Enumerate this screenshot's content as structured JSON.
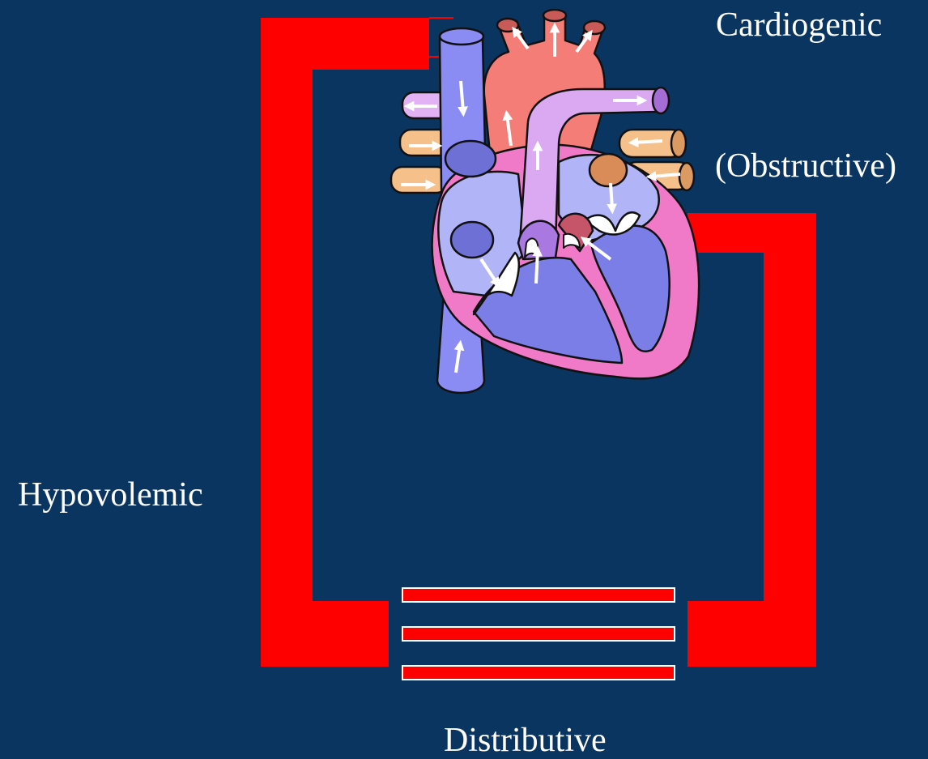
{
  "labels": {
    "cardiogenic": "Cardiogenic",
    "obstructive": "(Obstructive)",
    "hypovolemic": "Hypovolemic",
    "distributive": "Distributive"
  },
  "colors": {
    "background": "#0a3560",
    "circuit": "#ff0000",
    "capillary_outline": "#ffffff"
  },
  "icons": [
    "heart-diagram-icon",
    "flow-arrow-icon"
  ]
}
